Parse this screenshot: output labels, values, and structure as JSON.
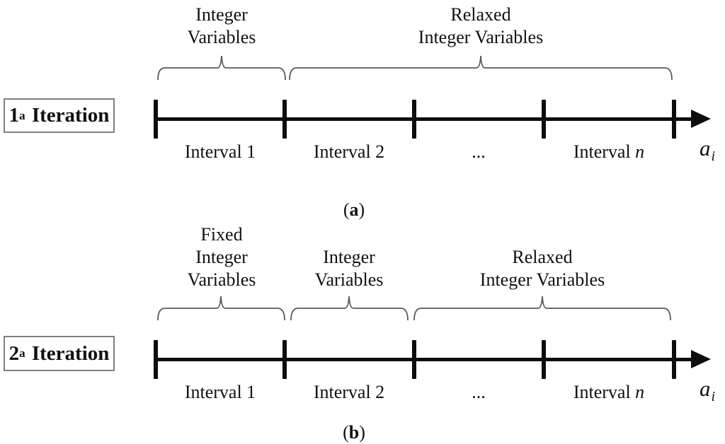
{
  "colors": {
    "axis": "#0d0d0d",
    "brace_stroke": "#5a5a5a",
    "box_border": "#808080",
    "background": "#ffffff"
  },
  "diagram_a": {
    "iteration_label": {
      "number": "1",
      "ordinal_sup": "a",
      "word": "Iteration"
    },
    "braces": [
      {
        "label_lines": [
          "Integer",
          "Variables"
        ]
      },
      {
        "label_lines": [
          "Relaxed",
          "Integer Variables"
        ]
      }
    ],
    "intervals": [
      {
        "text": "Interval 1",
        "italic_suffix": ""
      },
      {
        "text": "Interval 2",
        "italic_suffix": ""
      },
      {
        "text": "...",
        "italic_suffix": ""
      },
      {
        "text": "Interval ",
        "italic_suffix": "n"
      }
    ],
    "axis_variable": {
      "base": "a",
      "subscript": "i"
    },
    "caption": {
      "open": "(",
      "letter": "a",
      "close": ")"
    }
  },
  "diagram_b": {
    "iteration_label": {
      "number": "2",
      "ordinal_sup": "a",
      "word": "Iteration"
    },
    "braces": [
      {
        "label_lines": [
          "Fixed",
          "Integer",
          "Variables"
        ]
      },
      {
        "label_lines": [
          "Integer",
          "Variables"
        ]
      },
      {
        "label_lines": [
          "Relaxed",
          "Integer Variables"
        ]
      }
    ],
    "intervals": [
      {
        "text": "Interval 1",
        "italic_suffix": ""
      },
      {
        "text": "Interval 2",
        "italic_suffix": ""
      },
      {
        "text": "...",
        "italic_suffix": ""
      },
      {
        "text": "Interval ",
        "italic_suffix": "n"
      }
    ],
    "axis_variable": {
      "base": "a",
      "subscript": "i"
    },
    "caption": {
      "open": "(",
      "letter": "b",
      "close": ")"
    }
  }
}
